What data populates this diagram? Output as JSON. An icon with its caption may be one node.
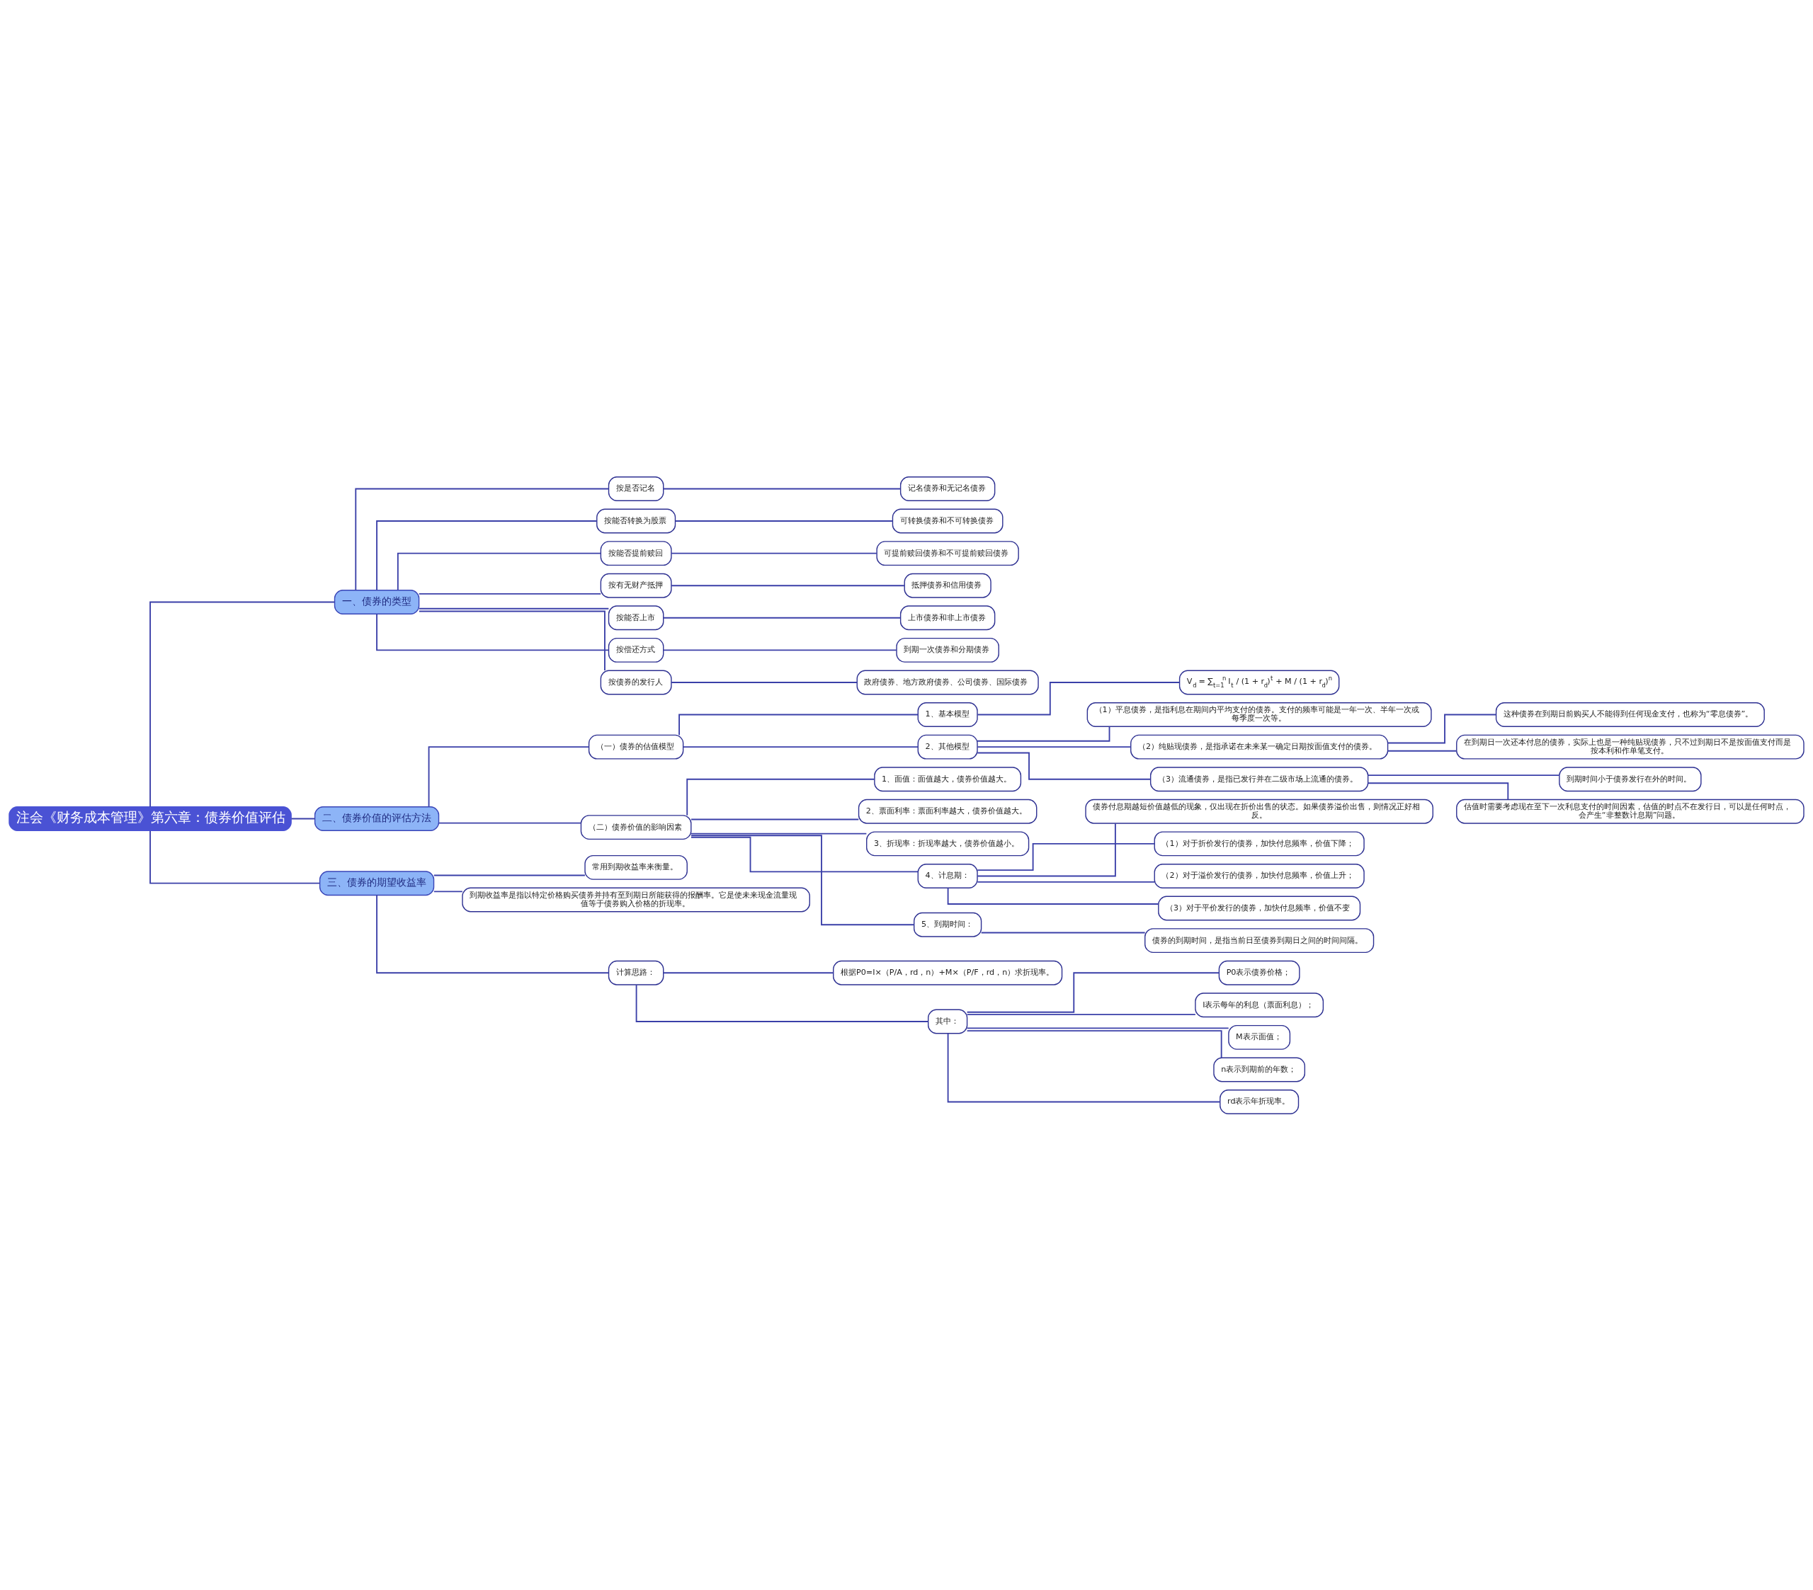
{
  "diagram": {
    "nodes": [
      {
        "text": [
          "注会《财务成本管理》第六章：债券价值评估"
        ]
      },
      {
        "text": [
          "一、债券的类型"
        ]
      },
      {
        "text": [
          "按是否记名"
        ]
      },
      {
        "text": [
          "记名债券和无记名债券"
        ]
      },
      {
        "text": [
          "按能否转换为股票"
        ]
      },
      {
        "text": [
          "可转换债券和不可转换债券"
        ]
      },
      {
        "text": [
          "按能否提前赎回"
        ]
      },
      {
        "text": [
          "可提前赎回债券和不可提前赎回债券"
        ]
      },
      {
        "text": [
          "按有无财产抵押"
        ]
      },
      {
        "text": [
          "抵押债券和信用债券"
        ]
      },
      {
        "text": [
          "按能否上市"
        ]
      },
      {
        "text": [
          "上市债券和非上市债券"
        ]
      },
      {
        "text": [
          "按偿还方式"
        ]
      },
      {
        "text": [
          "到期一次债券和分期债券"
        ]
      },
      {
        "text": [
          "按债券的发行人"
        ]
      },
      {
        "text": [
          "政府债券、地方政府债券、公司债券、国际债券"
        ]
      },
      {
        "text": [
          "二、债券价值的评估方法"
        ]
      },
      {
        "text": [
          "（一）债券的估值模型"
        ]
      },
      {
        "text": [
          "1、基本模型"
        ]
      },
      {
        "text": [
          "V$_{d}$ = ∑$_{t=1}$$^{n}$ I$_{t}$ / (1 + r$_{d}$)$^{t}$ + M / (1 + r$_{d}$)$^{n}$"
        ]
      },
      {
        "text": [
          "2、其他模型"
        ]
      },
      {
        "text": [
          "（1）平息债券，是指利息在期间内平均支付的债券。支付的频率可能是一年一次、半年一次或每季度一次等。"
        ]
      },
      {
        "text": [
          "（2）纯贴现债券，是指承诺在未来某一确定日期按面值支付的债券。"
        ]
      },
      {
        "text": [
          "这种债券在到期日前购买人不能得到任何现金支付，也称为“零息债券”。"
        ]
      },
      {
        "text": [
          "在到期日一次还本付息的债券，实际上也是一种纯贴现债券，只不过到期日不是按面值支付而是按本利和作单笔支付。"
        ]
      },
      {
        "text": [
          "（3）流通债券，是指已发行并在二级市场上流通的债券。"
        ]
      },
      {
        "text": [
          "到期时间小于债券发行在外的时间。"
        ]
      },
      {
        "text": [
          "估值时需要考虑现在至下一次利息支付的时间因素，估值的时点不在发行日，可以是任何时点，会产生“非整数计息期”问题。"
        ]
      },
      {
        "text": [
          "（二）债券价值的影响因素"
        ]
      },
      {
        "text": [
          "1、面值：面值越大，债券价值越大。"
        ]
      },
      {
        "text": [
          "2、票面利率：票面利率越大，债券价值越大。"
        ]
      },
      {
        "text": [
          "3、折现率：折现率越大，债券价值越小。"
        ]
      },
      {
        "text": [
          "4、计息期："
        ]
      },
      {
        "text": [
          "债券付息期越短价值越低的现象，仅出现在折价出售的状态。如果债券溢价出售，则情况正好相反。"
        ]
      },
      {
        "text": [
          "（1）对于折价发行的债券，加快付息频率，价值下降；"
        ]
      },
      {
        "text": [
          "（2）对于溢价发行的债券，加快付息频率，价值上升；"
        ]
      },
      {
        "text": [
          "（3）对于平价发行的债券，加快付息频率，价值不变"
        ]
      },
      {
        "text": [
          "5、到期时间："
        ]
      },
      {
        "text": [
          "债券的到期时间，是指当前日至债券到期日之间的时间间隔。"
        ]
      },
      {
        "text": [
          "三、债券的期望收益率"
        ]
      },
      {
        "text": [
          "常用到期收益率来衡量。"
        ]
      },
      {
        "text": [
          "到期收益率是指以特定价格购买债券并持有至到期日所能获得的报酬率。它是使未来现金流量现值等于债券购入价格的折现率。"
        ]
      },
      {
        "text": [
          "计算思路："
        ]
      },
      {
        "text": [
          "根据P0=I×（P/A，rd，n）+M×（P/F，rd，n）求折现率。"
        ]
      },
      {
        "text": [
          "其中："
        ]
      },
      {
        "text": [
          "P0表示债券价格；"
        ]
      },
      {
        "text": [
          "I表示每年的利息（票面利息）；"
        ]
      },
      {
        "text": [
          "M表示面值；"
        ]
      },
      {
        "text": [
          "n表示到期前的年数；"
        ]
      },
      {
        "text": [
          "rd表示年折现率。"
        ]
      }
    ],
    "edges": [
      {
        "from": 0,
        "to": 1,
        "arrow": "none"
      },
      {
        "from": 1,
        "to": 2,
        "arrow": "none"
      },
      {
        "from": 2,
        "to": 3,
        "arrow": "none"
      },
      {
        "from": 1,
        "to": 4,
        "arrow": "none"
      },
      {
        "from": 4,
        "to": 5,
        "arrow": "none"
      },
      {
        "from": 1,
        "to": 6,
        "arrow": "none"
      },
      {
        "from": 6,
        "to": 7,
        "arrow": "none"
      },
      {
        "from": 1,
        "to": 8,
        "arrow": "none"
      },
      {
        "from": 8,
        "to": 9,
        "arrow": "none"
      },
      {
        "from": 1,
        "to": 10,
        "arrow": "none"
      },
      {
        "from": 10,
        "to": 11,
        "arrow": "none"
      },
      {
        "from": 1,
        "to": 12,
        "arrow": "none"
      },
      {
        "from": 12,
        "to": 13,
        "arrow": "none"
      },
      {
        "from": 1,
        "to": 14,
        "arrow": "none"
      },
      {
        "from": 14,
        "to": 15,
        "arrow": "none"
      },
      {
        "from": 0,
        "to": 16,
        "arrow": "none"
      },
      {
        "from": 16,
        "to": 17,
        "arrow": "none"
      },
      {
        "from": 17,
        "to": 18,
        "arrow": "none"
      },
      {
        "from": 18,
        "to": 19,
        "arrow": "none"
      },
      {
        "from": 17,
        "to": 20,
        "arrow": "none"
      },
      {
        "from": 20,
        "to": 21,
        "arrow": "none"
      },
      {
        "from": 20,
        "to": 22,
        "arrow": "none"
      },
      {
        "from": 22,
        "to": 23,
        "arrow": "none"
      },
      {
        "from": 22,
        "to": 24,
        "arrow": "none"
      },
      {
        "from": 20,
        "to": 25,
        "arrow": "none"
      },
      {
        "from": 25,
        "to": 26,
        "arrow": "none"
      },
      {
        "from": 25,
        "to": 27,
        "arrow": "none"
      },
      {
        "from": 16,
        "to": 28,
        "arrow": "none"
      },
      {
        "from": 28,
        "to": 29,
        "arrow": "none"
      },
      {
        "from": 28,
        "to": 30,
        "arrow": "none"
      },
      {
        "from": 28,
        "to": 31,
        "arrow": "none"
      },
      {
        "from": 28,
        "to": 32,
        "arrow": "none"
      },
      {
        "from": 32,
        "to": 33,
        "arrow": "none"
      },
      {
        "from": 32,
        "to": 34,
        "arrow": "none"
      },
      {
        "from": 32,
        "to": 35,
        "arrow": "none"
      },
      {
        "from": 32,
        "to": 36,
        "arrow": "none"
      },
      {
        "from": 28,
        "to": 37,
        "arrow": "none"
      },
      {
        "from": 37,
        "to": 38,
        "arrow": "none"
      },
      {
        "from": 0,
        "to": 39,
        "arrow": "none"
      },
      {
        "from": 39,
        "to": 40,
        "arrow": "none"
      },
      {
        "from": 39,
        "to": 41,
        "arrow": "none"
      },
      {
        "from": 39,
        "to": 42,
        "arrow": "none"
      },
      {
        "from": 42,
        "to": 43,
        "arrow": "none"
      },
      {
        "from": 42,
        "to": 44,
        "arrow": "none"
      },
      {
        "from": 44,
        "to": 45,
        "arrow": "none"
      },
      {
        "from": 44,
        "to": 46,
        "arrow": "none"
      },
      {
        "from": 44,
        "to": 47,
        "arrow": "none"
      },
      {
        "from": 44,
        "to": 48,
        "arrow": "none"
      },
      {
        "from": 44,
        "to": 49,
        "arrow": "none"
      }
    ]
  }
}
